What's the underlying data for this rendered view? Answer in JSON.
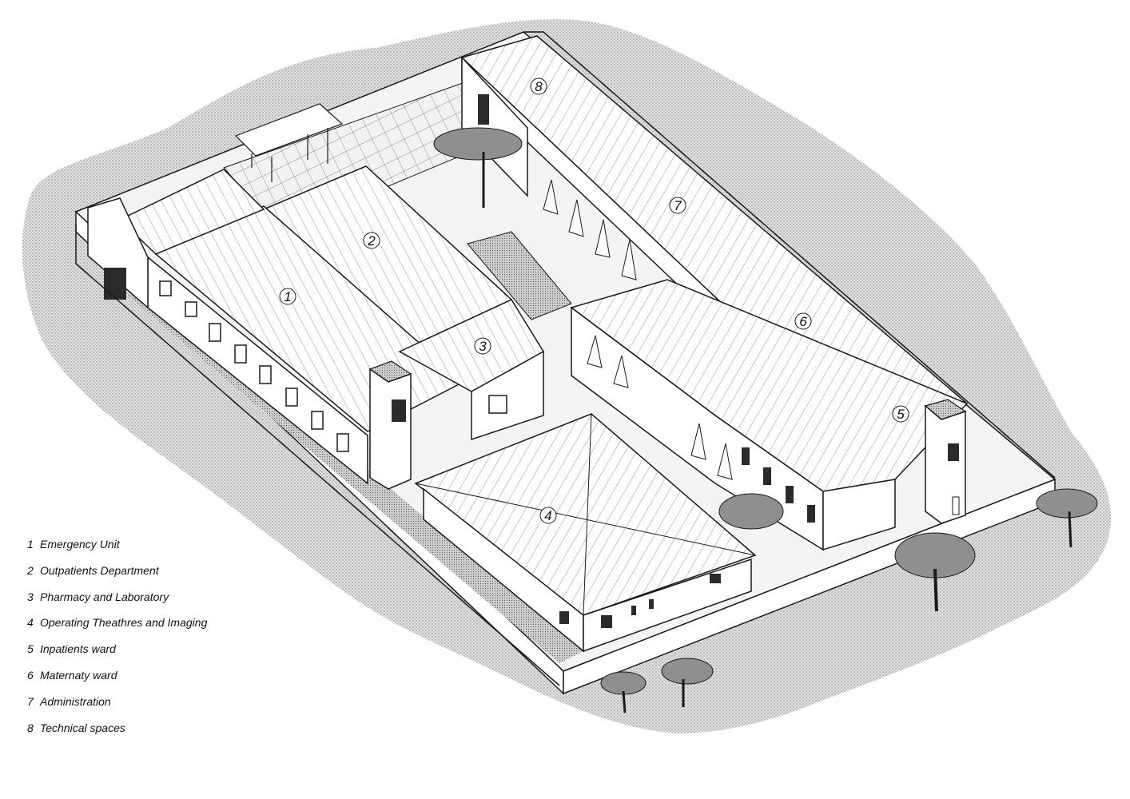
{
  "labels": [
    "1",
    "2",
    "3",
    "4",
    "5",
    "6",
    "7",
    "8"
  ],
  "legend": [
    {
      "num": "1",
      "text": "Emergency Unit"
    },
    {
      "num": "2",
      "text": "Outpatients Department"
    },
    {
      "num": "3",
      "text": "Pharmacy and Laboratory"
    },
    {
      "num": "4",
      "text": "Operating Theathres and Imaging"
    },
    {
      "num": "5",
      "text": "Inpatients ward"
    },
    {
      "num": "6",
      "text": "Maternaty ward"
    },
    {
      "num": "7",
      "text": "Administration"
    },
    {
      "num": "8",
      "text": "Technical spaces"
    }
  ],
  "colors": {
    "ground": "#d9d9d9",
    "line": "#1a1a1a",
    "wall": "#ffffff",
    "dark": "#2a2a2a"
  }
}
